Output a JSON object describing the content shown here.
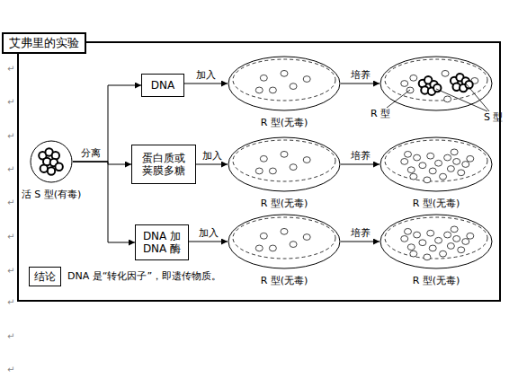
{
  "diagram": {
    "title": "艾弗里的实验",
    "nodes": [
      {
        "text": [
          "活 S 型(有毒)"
        ]
      },
      {
        "text": [
          "DNA"
        ]
      },
      {
        "text": [
          "蛋白质或 荚膜多糖"
        ]
      },
      {
        "text": [
          "DNA 加 DNA 酶"
        ]
      },
      {
        "text": [
          "R 型(无毒)"
        ]
      },
      {
        "text": [
          "R 型",
          "S 型"
        ]
      },
      {
        "text": [
          "R 型(无毒)"
        ]
      },
      {
        "text": [
          "R 型(无毒)"
        ]
      },
      {
        "text": [
          "R 型(无毒)"
        ]
      },
      {
        "text": [
          "R 型(无毒)"
        ]
      },
      {
        "text": [
          "结论"
        ]
      }
    ],
    "edges": [
      {
        "from": 0,
        "to": 1,
        "arrow": "to"
      },
      {
        "from": 0,
        "to": 2,
        "label": "分离",
        "arrow": "to"
      },
      {
        "from": 0,
        "to": 3,
        "arrow": "to"
      },
      {
        "from": 1,
        "to": 4,
        "label": "加入",
        "arrow": "to"
      },
      {
        "from": 4,
        "to": 5,
        "label": "培养",
        "arrow": "to"
      },
      {
        "from": 2,
        "to": 6,
        "label": "加入",
        "arrow": "to"
      },
      {
        "from": 6,
        "to": 7,
        "label": "培养",
        "arrow": "to"
      },
      {
        "from": 3,
        "to": 8,
        "label": "加入",
        "arrow": "to"
      },
      {
        "from": 8,
        "to": 9,
        "label": "培养",
        "arrow": "to"
      }
    ],
    "labels": [
      "DNA 是“转化因子”，即遗传物质。",
      "↵",
      "↵",
      "↵",
      "↵",
      "↵",
      "↵",
      "↵",
      "↵",
      "↵",
      "↵"
    ]
  }
}
